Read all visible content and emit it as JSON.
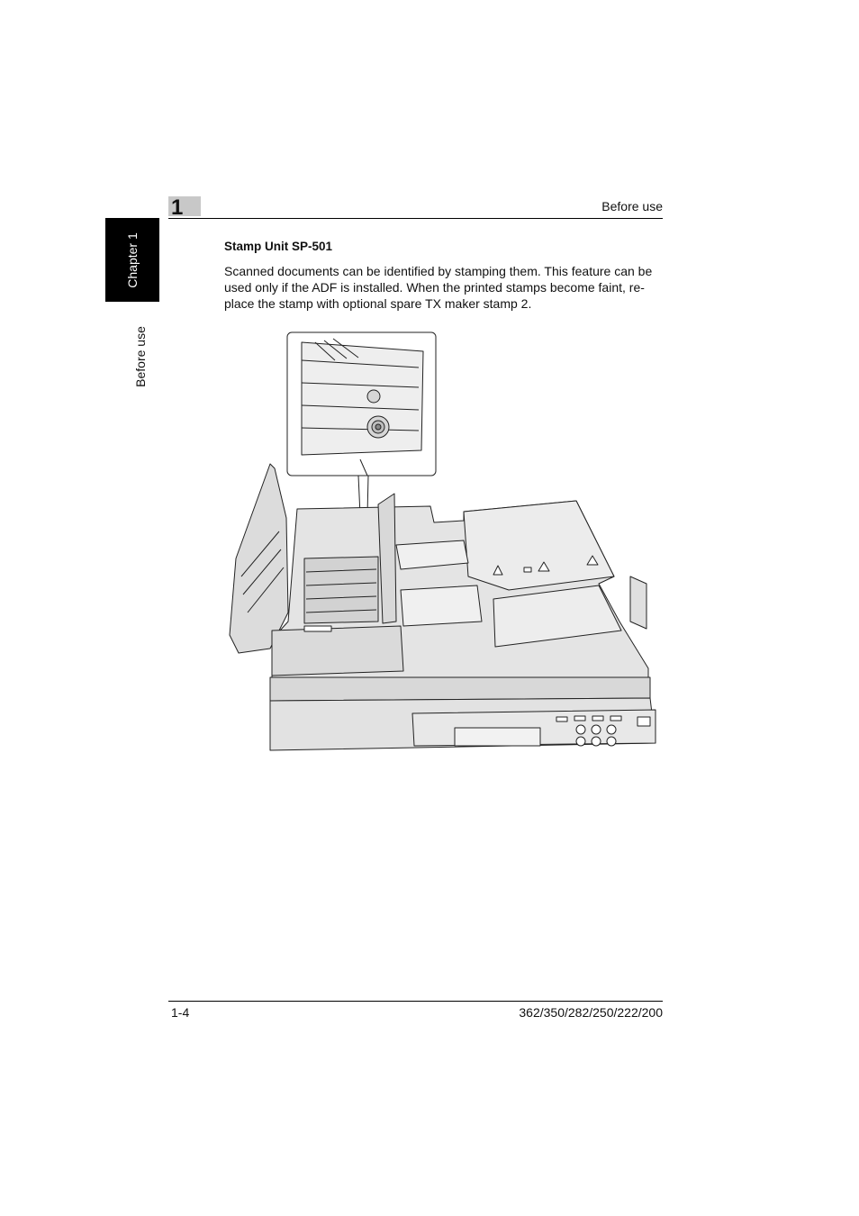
{
  "side": {
    "chapter_tab": "Chapter 1",
    "section_label": "Before use"
  },
  "header": {
    "chapter_number": "1",
    "title": "Before use"
  },
  "content": {
    "section_title": "Stamp Unit SP-501",
    "paragraph_lines": [
      "Scanned documents can be identified by stamping them. This feature can be",
      "used only if the ADF is installed. When the printed stamps become faint, re-",
      "place the stamp with optional spare TX maker stamp 2."
    ]
  },
  "footer": {
    "page_number": "1-4",
    "model_numbers": "362/350/282/250/222/200"
  },
  "colors": {
    "tab_background": "#000000",
    "chapter_box": "#c8c8c8",
    "machine_fill": "#e2e2e2",
    "machine_stroke": "#222222"
  }
}
